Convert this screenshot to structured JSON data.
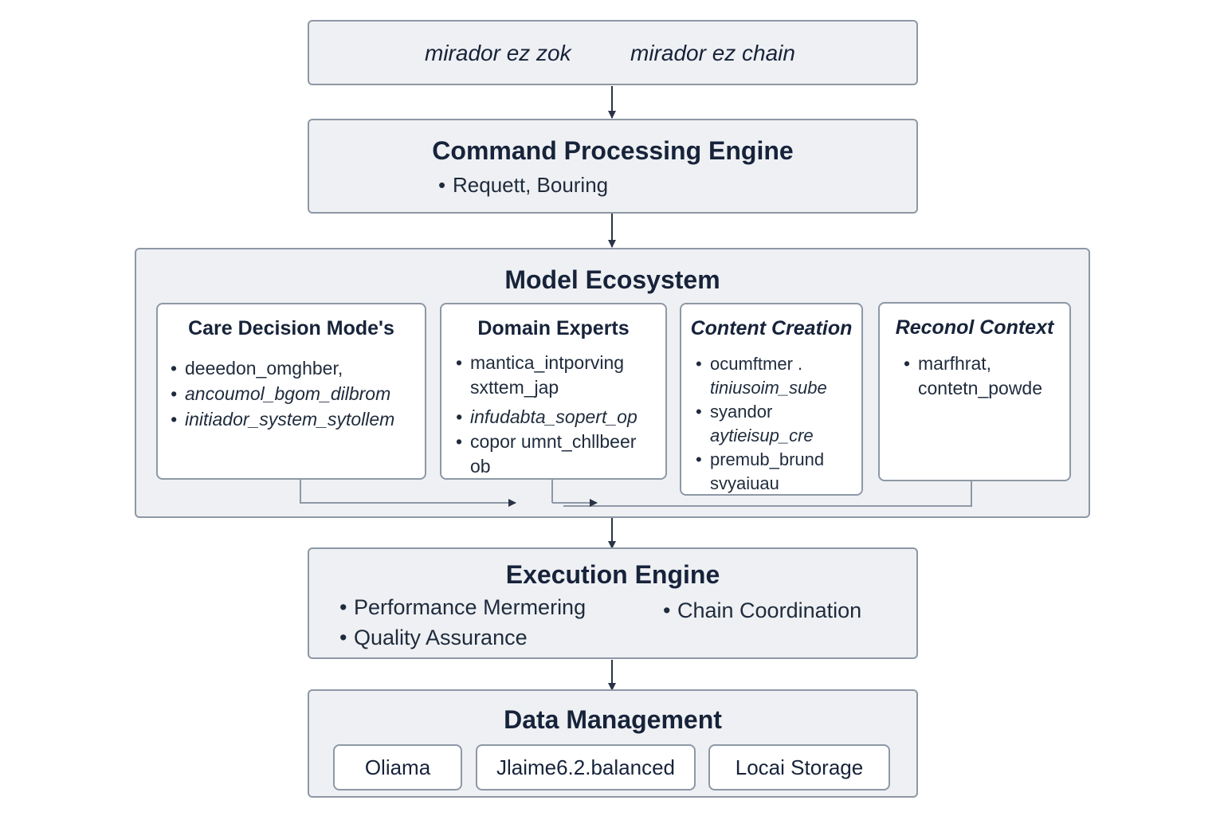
{
  "top": {
    "label_left": "mirador ez zok",
    "label_right": "mirador ez chain"
  },
  "command_processing": {
    "title": "Command Processing Engine",
    "items": [
      "Requett, Bouring"
    ]
  },
  "model_ecosystem": {
    "title": "Model Ecosystem",
    "cards": [
      {
        "title": "Care Decision Mode's",
        "items": [
          "deeedon_omghber,",
          "ancoumol_bgom_dilbrom",
          "initiador_system_sytollem"
        ]
      },
      {
        "title": "Domain Experts",
        "items": [
          "mantica_intporving",
          "sxttem_jap",
          "infudabta_sopert_op",
          "copor umnt_chllbeer",
          "ob"
        ]
      },
      {
        "title": "Content Creation",
        "items": [
          "ocumftmer .",
          "tiniusoim_sube",
          "syandor",
          "aytieisup_cre",
          "premub_brund",
          "svyaiuau"
        ]
      },
      {
        "title": "Reconol Context",
        "items": [
          "marfhrat,",
          "contetn_powde"
        ]
      }
    ]
  },
  "execution": {
    "title": "Execution Engine",
    "items_left": [
      "Performance Mermering",
      "Quality Assurance"
    ],
    "items_right": [
      "Chain Coordination"
    ]
  },
  "data_management": {
    "title": "Data Management",
    "stores": [
      "Oliama",
      "Jlaime6.2.balanced",
      "Locai Storage"
    ]
  },
  "colors": {
    "box_fill": "#eef0f3",
    "border": "#8e98a6",
    "text": "#17233a",
    "arrow": "#2a3446"
  }
}
